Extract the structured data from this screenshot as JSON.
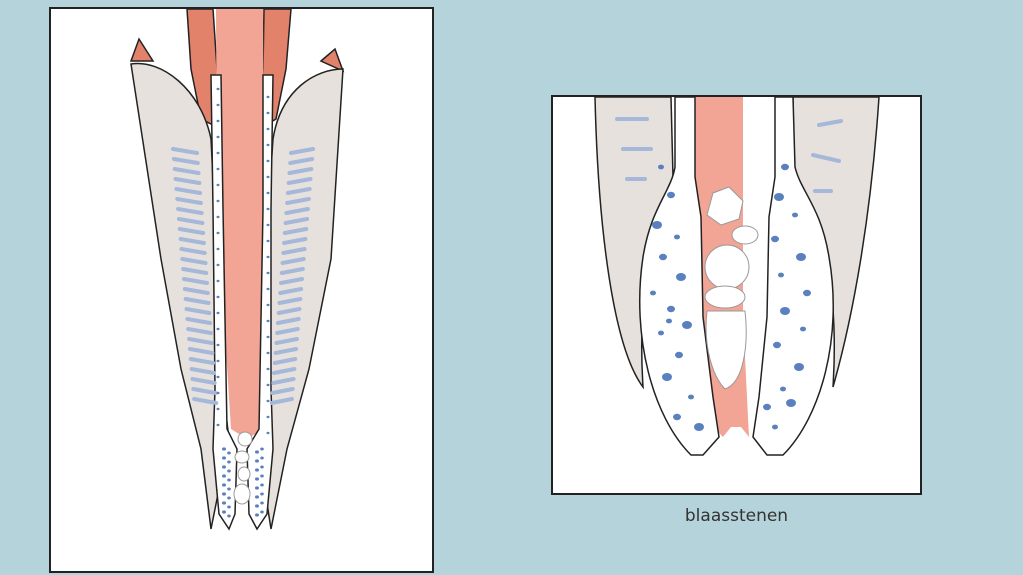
{
  "colors": {
    "background": "#b5d3da",
    "panel_fill": "#ffffff",
    "outline": "#222222",
    "tissue_grey": "#e6e1dc",
    "urethra_lumen": "#f2a595",
    "outer_red": "#e3826b",
    "dots_blue": "#5b80c0",
    "streaks_blue": "#a5b8da",
    "stone_white": "#ffffff"
  },
  "caption": "blaasstenen",
  "icons": [
    "urethra-cross-section",
    "bladder-stone"
  ]
}
